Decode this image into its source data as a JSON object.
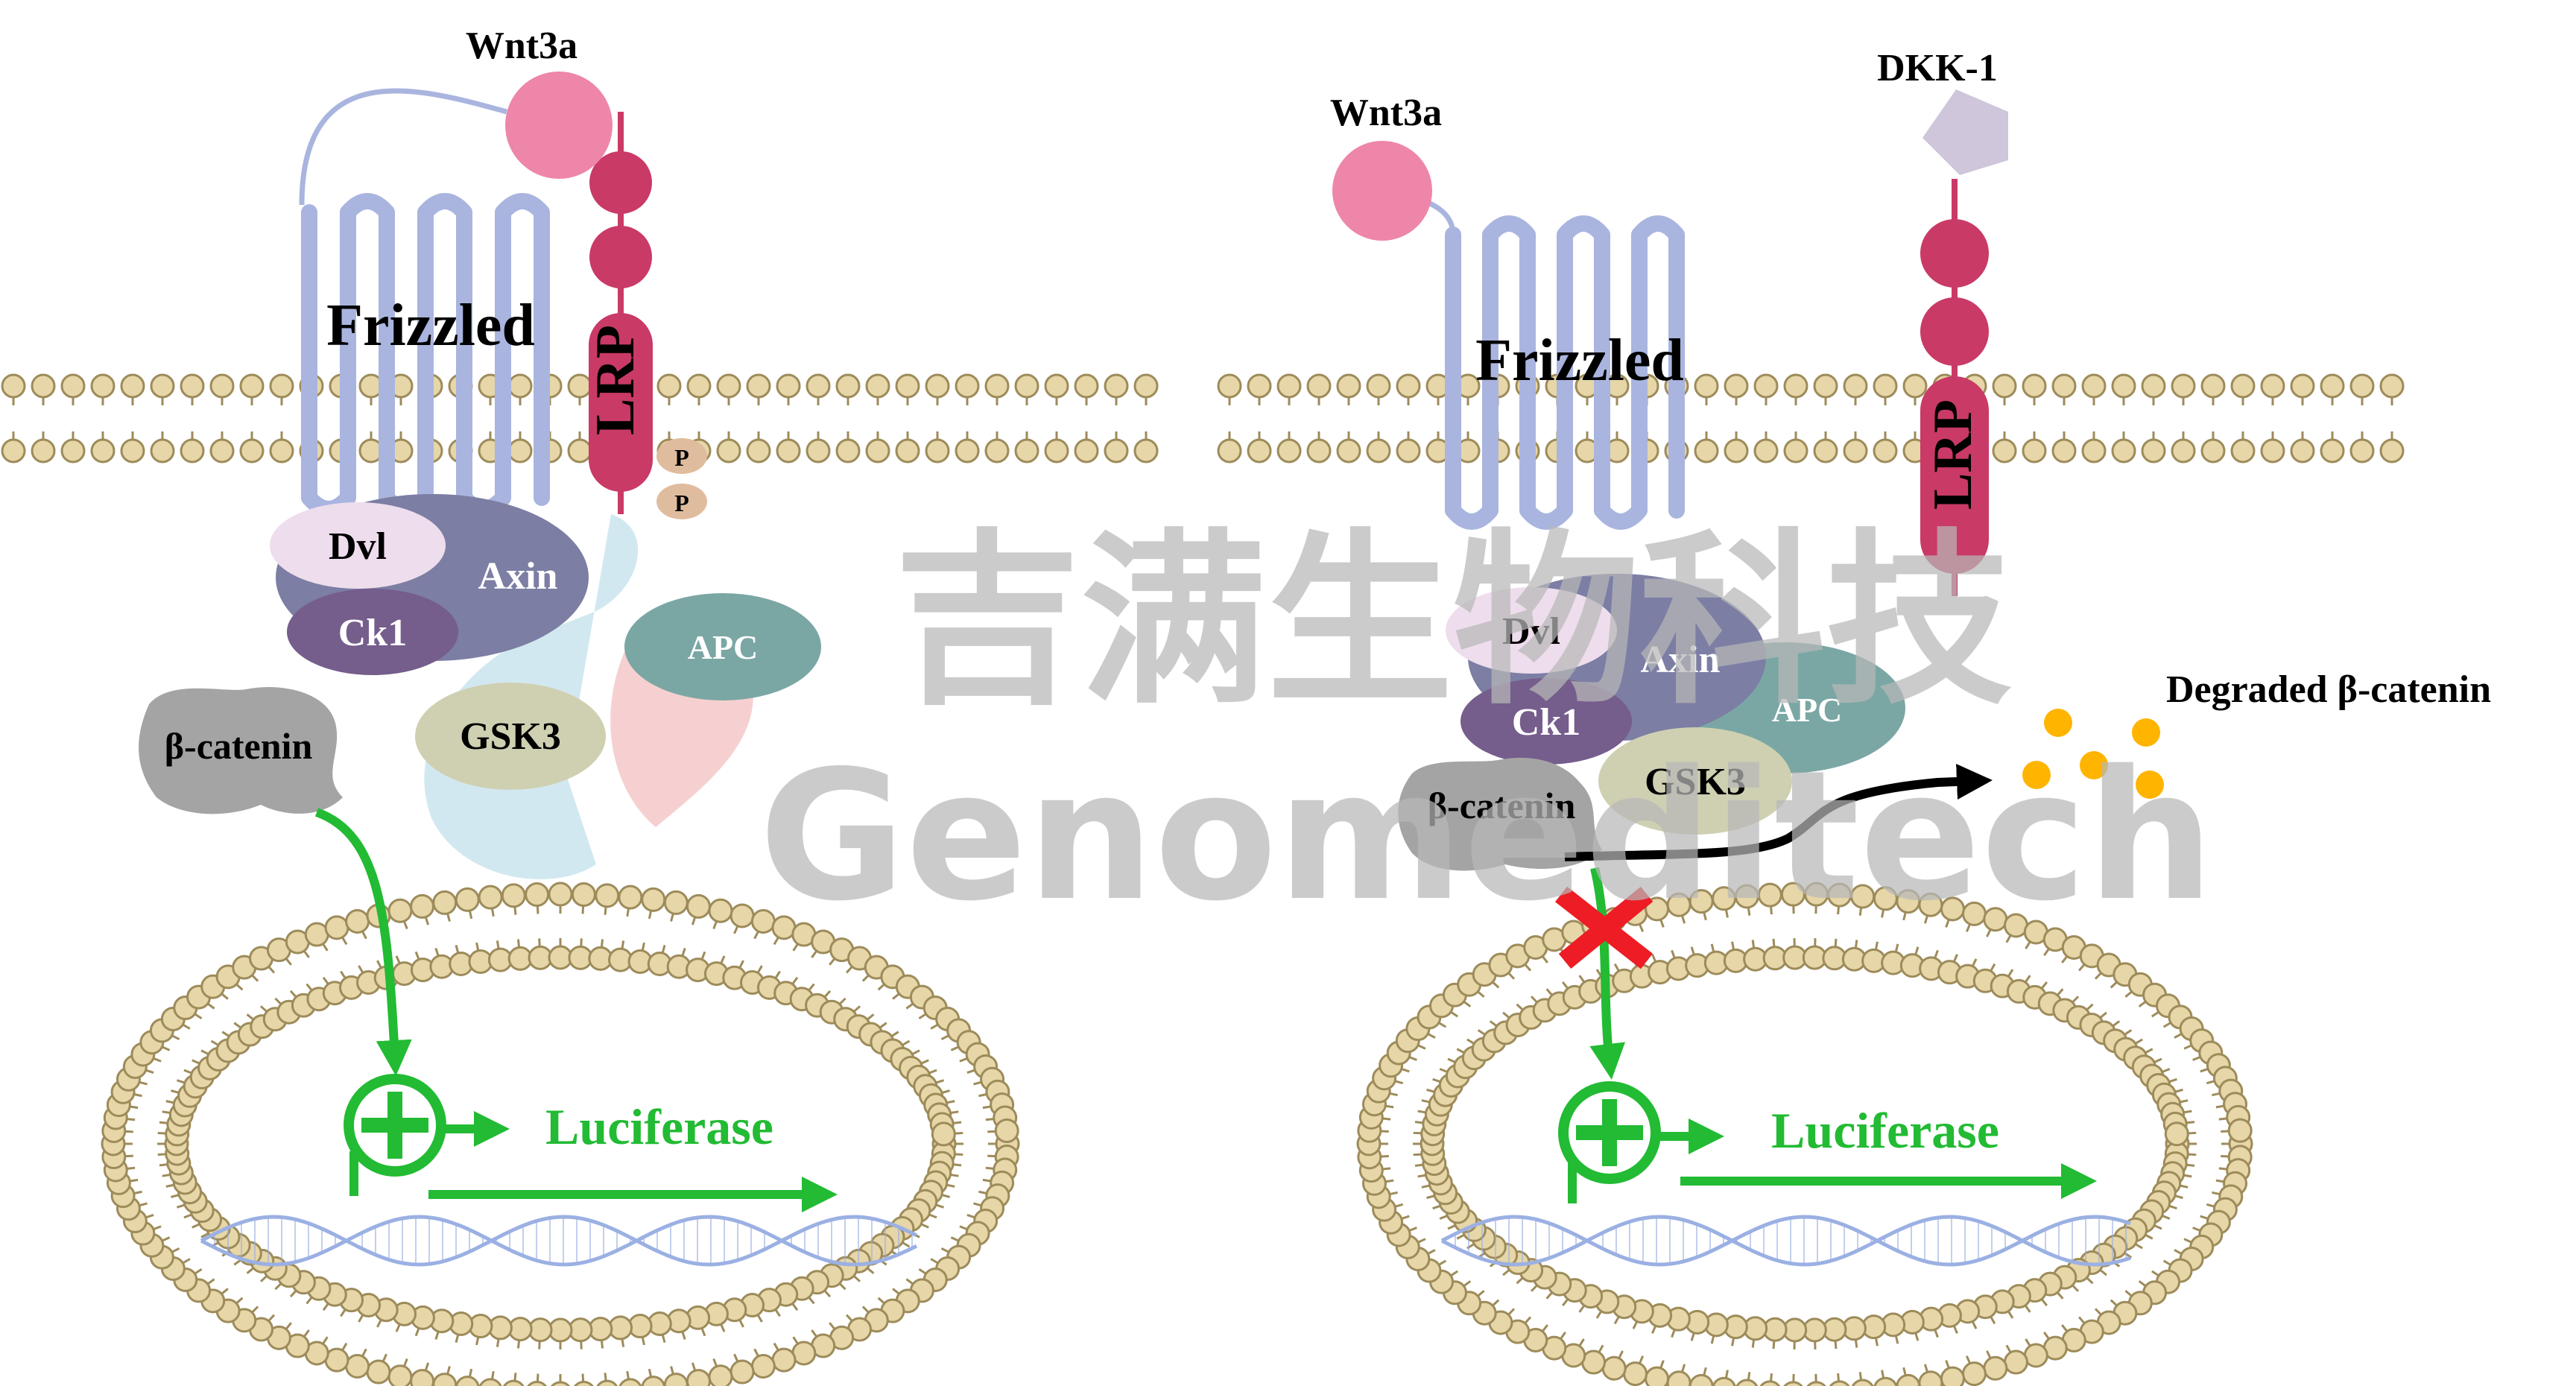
{
  "watermark": {
    "chinese": "吉满生物科技",
    "english": "Genomeditech",
    "color": "#b8b8b8"
  },
  "left_panel": {
    "ligand": "Wnt3a",
    "receptor": "Frizzled",
    "coreceptor": "LRP",
    "phospho_1": "P",
    "phospho_2": "P",
    "dvl": "Dvl",
    "axin": "Axin",
    "ck1": "Ck1",
    "apc": "APC",
    "gsk3": "GSK3",
    "beta_catenin": "β-catenin",
    "reporter": "Luciferase"
  },
  "right_panel": {
    "ligand": "Wnt3a",
    "inhibitor": "DKK-1",
    "receptor": "Frizzled",
    "coreceptor": "LRP",
    "dvl": "Dvl",
    "axin": "Axin",
    "ck1": "Ck1",
    "apc": "APC",
    "gsk3": "GSK3",
    "beta_catenin": "β-catenin",
    "degraded": "Degraded β-catenin",
    "reporter": "Luciferase"
  },
  "colors": {
    "frizzled": "#a9b5df",
    "wnt3a": "#ee86a9",
    "lrp": "#c93a66",
    "dkk1": "#cfc6db",
    "dvl": "#eeddec",
    "axin": "#7c7ea4",
    "ck1": "#755d8c",
    "apc": "#7aa7a4",
    "gsk3": "#cfd0b2",
    "beta_catenin": "#a4a4a4",
    "phospho": "#e0bc9e",
    "lipid_head": "#e6d6a8",
    "lipid_stroke": "#9d8b5a",
    "activation_green": "#22bb33",
    "inhibition_red": "#ee1c24",
    "degraded_dot": "#ffb400",
    "dna": "#9bb0e3"
  },
  "icons": [
    "plus-circle-icon",
    "inhibition-cross-icon",
    "dna-helix-icon"
  ]
}
